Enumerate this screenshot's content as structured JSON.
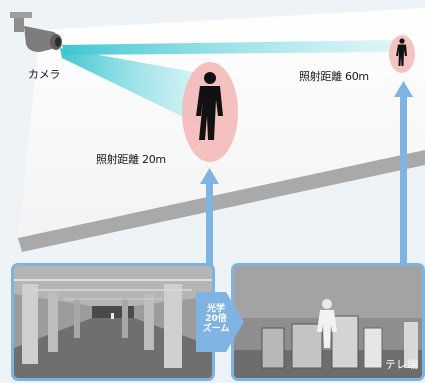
{
  "scene": {
    "camera_label": "カメラ",
    "near_label": "照射距離 20m",
    "far_label": "照射距離 60m"
  },
  "zoom": {
    "line1": "光学",
    "line2": "20倍",
    "line3": "ズーム"
  },
  "tele_label": "テレ端",
  "colors": {
    "accent": "#7fb4e2",
    "beam": "#5fd0d8",
    "highlight": "#f3b7b7",
    "wall": "#a9a9a9"
  }
}
